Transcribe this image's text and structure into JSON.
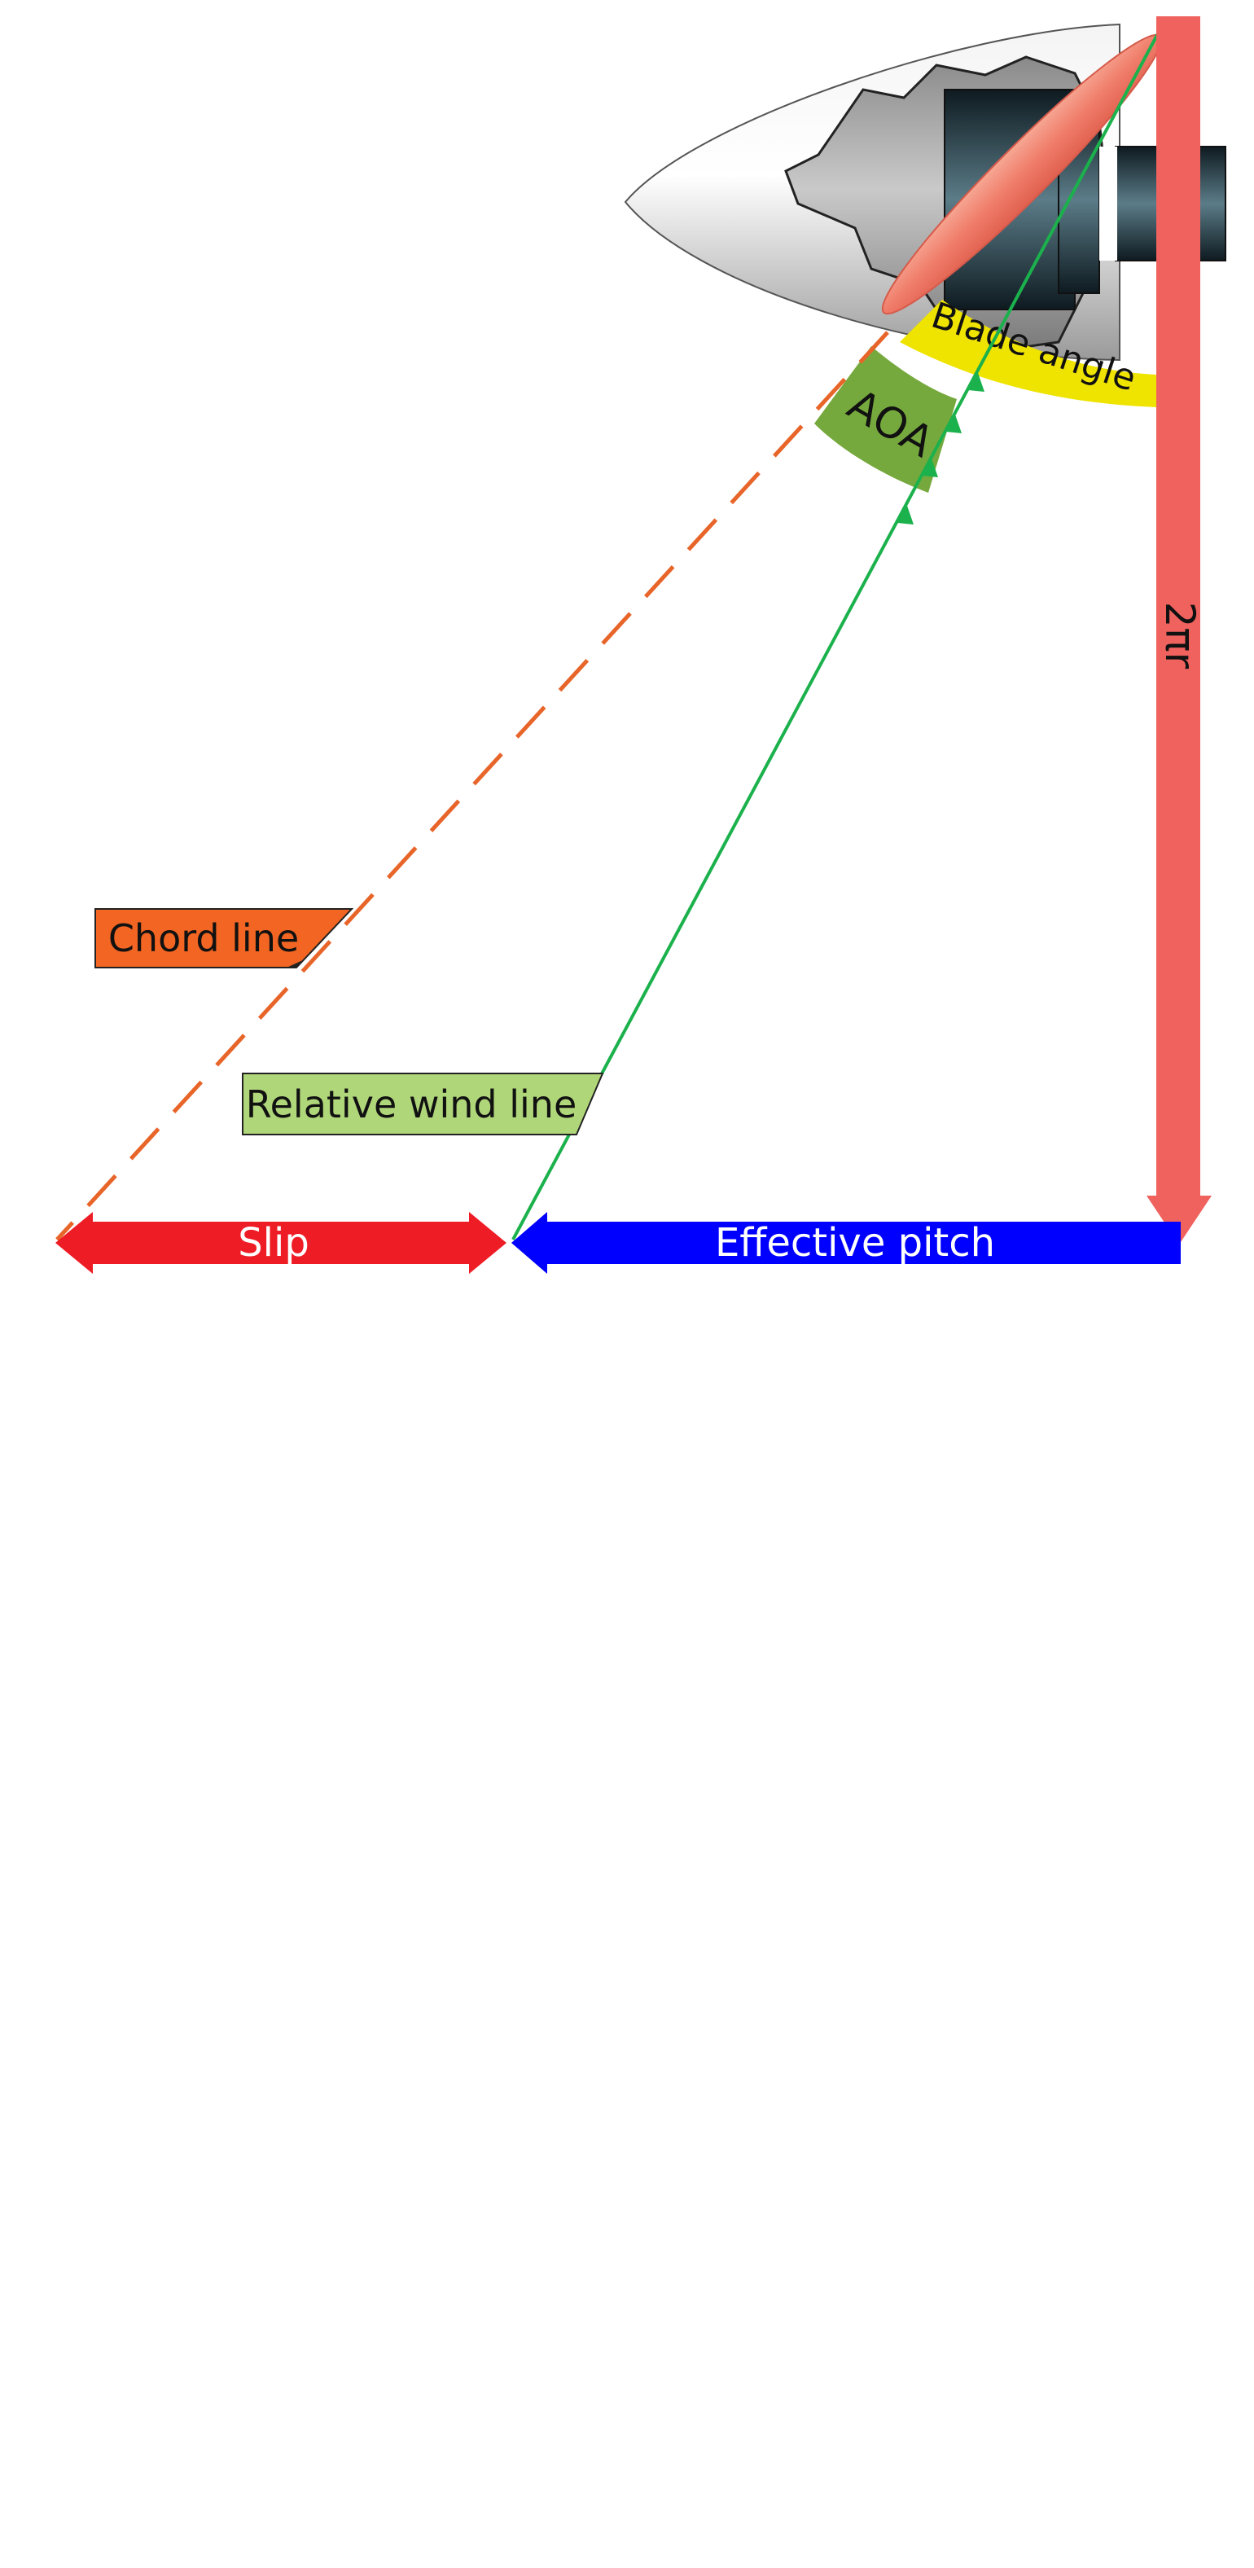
{
  "labels": {
    "blade_angle": "Blade angle",
    "aoa": "AOA",
    "two_pi_r": "2πr",
    "chord_line": "Chord line",
    "relative_wind_line": "Relative wind line",
    "slip": "Slip",
    "effective_pitch": "Effective pitch"
  },
  "colors": {
    "two_pi_r_arrow": "#f0625e",
    "effective_pitch_arrow": "#0000ff",
    "slip_arrow": "#ee1c25",
    "chord_line": "#e8652a",
    "chord_label_fill": "#f26522",
    "relative_wind_line": "#1bb14c",
    "relative_wind_label_fill": "#b0d67a",
    "aoa_band": "#76a93d",
    "blade_angle_band": "#efe300",
    "blade": "#f07c6a"
  }
}
